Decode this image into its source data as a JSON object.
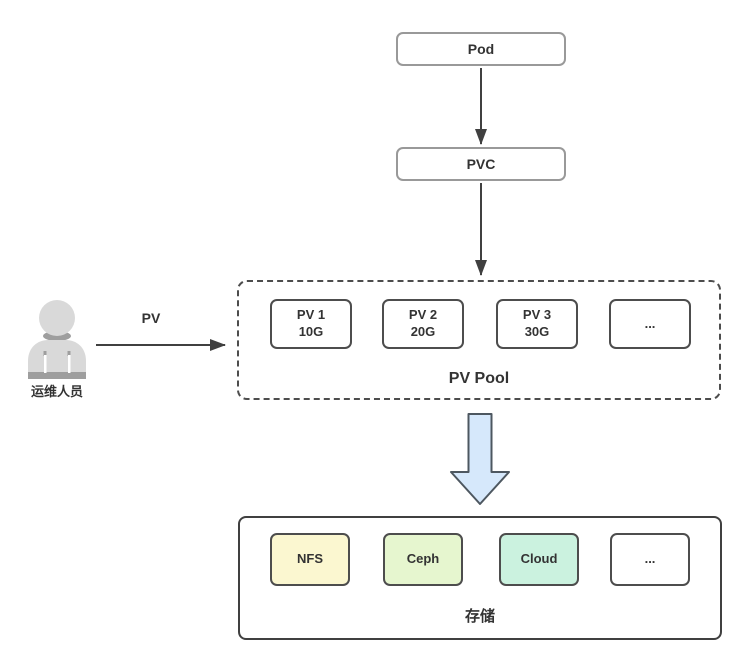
{
  "nodes": {
    "pod": "Pod",
    "pvc": "PVC"
  },
  "pv_pool": {
    "label": "PV Pool",
    "items": [
      {
        "name": "PV 1",
        "size": "10G"
      },
      {
        "name": "PV 2",
        "size": "20G"
      },
      {
        "name": "PV 3",
        "size": "30G"
      },
      {
        "name": "..."
      }
    ]
  },
  "operator": {
    "label": "运维人员",
    "arrow_label": "PV"
  },
  "storage": {
    "label": "存储",
    "items": [
      {
        "label": "NFS",
        "fill": "#fbf7d0"
      },
      {
        "label": "Ceph",
        "fill": "#e6f6cf"
      },
      {
        "label": "Cloud",
        "fill": "#cbf2df"
      },
      {
        "label": "...",
        "fill": "#ffffff"
      }
    ]
  },
  "colors": {
    "text": "#333333",
    "node_border": "#999999",
    "box_border": "#4d4d4d",
    "connector": "#404040",
    "big_arrow_fill": "#d6e8fb",
    "big_arrow_stroke": "#4d5760",
    "person_light": "#d9d9d9",
    "person_dark": "#9e9e9e"
  }
}
